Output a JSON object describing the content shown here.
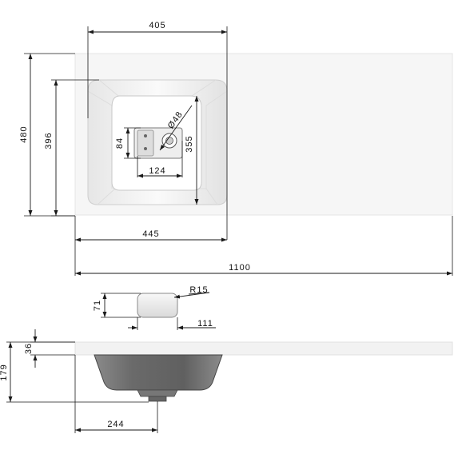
{
  "diagram": {
    "dimensions": {
      "basin_width": "405",
      "overall_depth": "480",
      "basin_depth": "396",
      "drain_diameter": "Ø48",
      "drain_height": "84",
      "drain_width": "124",
      "inner_depth": "355",
      "basin_offset": "445",
      "overall_length": "1100",
      "slot_height": "71",
      "slot_radius": "R15",
      "slot_width": "111",
      "top_thickness": "36",
      "total_height": "179",
      "drain_offset": "244"
    },
    "colors": {
      "line": "#1a1a1a",
      "surface": "#f4f4f4",
      "basin_edge": "#d0d0d0",
      "basin_dark": "#555555"
    }
  }
}
